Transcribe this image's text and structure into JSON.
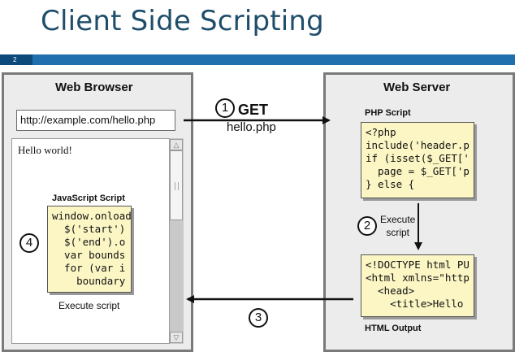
{
  "slide": {
    "title": "Client Side Scripting",
    "page_number": "2"
  },
  "browser": {
    "title": "Web Browser",
    "url": "http://example.com/hello.php",
    "page_text": "Hello world!",
    "js_label": "JavaScript Script",
    "js_code": [
      "window.onload",
      "  $('start')",
      "  $('end').o",
      "  var bounds",
      "  for (var i",
      "    boundary"
    ],
    "step_label": "4",
    "execute_label": "Execute script"
  },
  "server": {
    "title": "Web Server",
    "php_label": "PHP Script",
    "php_code": [
      "<?php",
      "include('header.p",
      "if (isset($_GET['",
      "  page = $_GET['p",
      "} else {"
    ],
    "exec_step": "2",
    "exec_line1": "Execute",
    "exec_line2": "script",
    "html_code": [
      "<!DOCTYPE html PU",
      "<html xmlns=\"http",
      "  <head>",
      "    <title>Hello"
    ],
    "html_label": "HTML Output"
  },
  "request": {
    "step": "1",
    "method": "GET",
    "resource": "hello.php"
  },
  "response": {
    "step": "3"
  },
  "icons": {
    "scroll_up": "chevron-up-icon",
    "scroll_down": "chevron-down-icon"
  },
  "colors": {
    "title": "#1f4e6b",
    "bar": "#1f6fae",
    "code_bg": "#fbf6c4"
  }
}
